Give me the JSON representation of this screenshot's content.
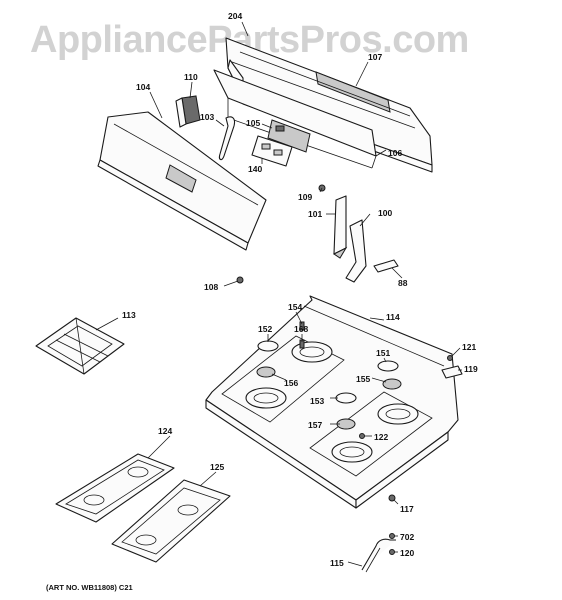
{
  "watermark": "AppliancePartsPros.com",
  "art_number": "(ART NO. WB11808)  C21",
  "callouts": {
    "p204": "204",
    "p107": "107",
    "p104": "104",
    "p110": "110",
    "p103": "103",
    "p105": "105",
    "p140": "140",
    "p106": "106",
    "p109": "109",
    "p101": "101",
    "p100": "100",
    "p88": "88",
    "p108": "108",
    "p113": "113",
    "p154": "154",
    "p114": "114",
    "p152": "152",
    "p168": "168",
    "p151": "151",
    "p121": "121",
    "p156": "156",
    "p155": "155",
    "p119": "119",
    "p153": "153",
    "p157": "157",
    "p122": "122",
    "p124": "124",
    "p125": "125",
    "p117": "117",
    "p702": "702",
    "p120": "120",
    "p115": "115"
  }
}
